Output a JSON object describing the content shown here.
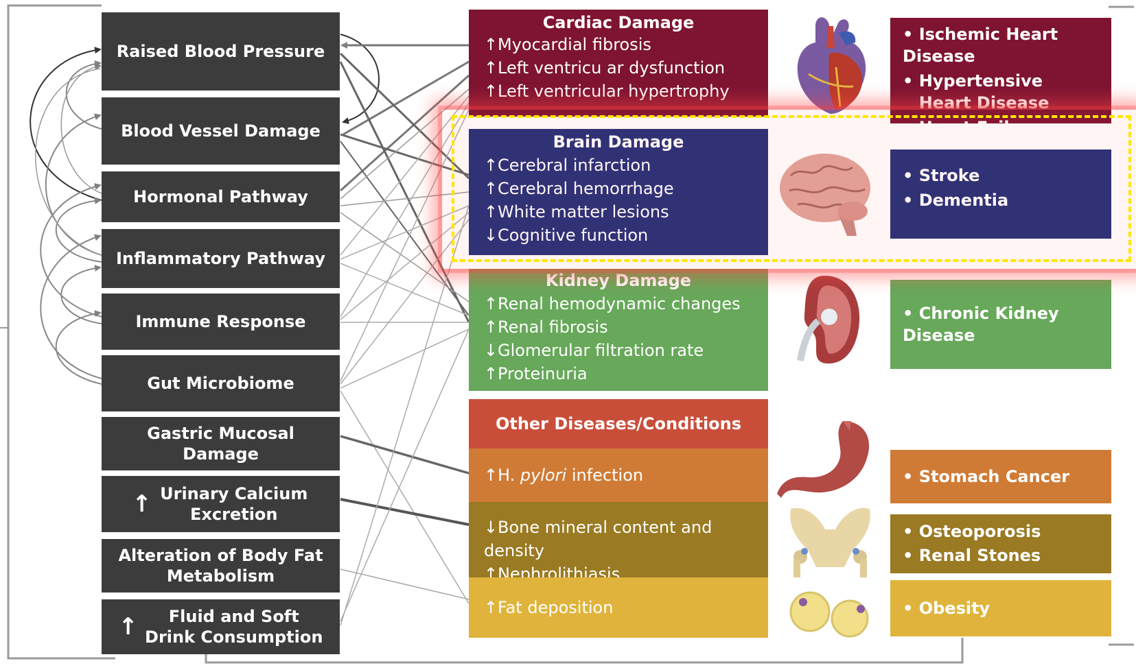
{
  "mechanisms": [
    {
      "label": "Raised Blood Pressure",
      "arrow": ""
    },
    {
      "label": "Blood Vessel Damage",
      "arrow": ""
    },
    {
      "label": "Hormonal Pathway",
      "arrow": ""
    },
    {
      "label": "Inflammatory Pathway",
      "arrow": ""
    },
    {
      "label": "Immune Response",
      "arrow": ""
    },
    {
      "label": "Gut Microbiome",
      "arrow": ""
    },
    {
      "label": "Gastric Mucosal Damage",
      "arrow": ""
    },
    {
      "label": "Urinary Calcium Excretion",
      "arrow": "↑"
    },
    {
      "label": "Alteration of Body Fat Metabolism",
      "arrow": ""
    },
    {
      "label": "Fluid and Soft Drink Consumption",
      "arrow": "↑"
    }
  ],
  "panels": {
    "cardiac": {
      "title": "Cardiac Damage",
      "color": "#7e1431",
      "items": [
        {
          "arrow": "↑",
          "text": "Myocardial fibrosis"
        },
        {
          "arrow": "↑",
          "text": "Left ventricu ar dysfunction"
        },
        {
          "arrow": "↑",
          "text": "Left ventricular hypertrophy"
        }
      ]
    },
    "brain": {
      "title": "Brain Damage",
      "color": "#253079",
      "items": [
        {
          "arrow": "↑",
          "text": "Cerebral infarction"
        },
        {
          "arrow": "↑",
          "text": "Cerebral hemorrhage"
        },
        {
          "arrow": "↑",
          "text": "White matter lesions"
        },
        {
          "arrow": "↓",
          "text": "Cognitive function"
        }
      ]
    },
    "kidney": {
      "title": "Kidney Damage",
      "color": "#67a85a",
      "items": [
        {
          "arrow": "↑",
          "text": "Renal hemodynamic changes"
        },
        {
          "arrow": "↑",
          "text": "Renal fibrosis"
        },
        {
          "arrow": "↓",
          "text": "Glomerular filtration rate"
        },
        {
          "arrow": "↑",
          "text": "Proteinuria"
        }
      ]
    },
    "other": {
      "title": "Other Diseases/Conditions",
      "color": "#c94e3a"
    },
    "hpylori": {
      "color": "#d07b35",
      "arrow": "↑",
      "prefix": "H. ",
      "italic": "pylori",
      "suffix": " infection"
    },
    "bone": {
      "color": "#9a7a22",
      "items": [
        {
          "arrow": "↓",
          "text": "Bone mineral content and density"
        },
        {
          "arrow": "↑",
          "text": "Nephrolithiasis"
        }
      ]
    },
    "fat": {
      "color": "#e0b43c",
      "arrow": "↑",
      "text": "Fat deposition"
    }
  },
  "diseases": {
    "cardiac": {
      "color": "#7e1431",
      "items": [
        "Ischemic Heart Disease",
        "Hypertensive Heart Disease",
        "Heart Failure"
      ]
    },
    "brain": {
      "color": "#253079",
      "items": [
        "Stroke",
        "Dementia"
      ]
    },
    "kidney": {
      "color": "#67a85a",
      "items": [
        "Chronic Kidney Disease"
      ]
    },
    "stomach": {
      "color": "#d07b35",
      "items": [
        "Stomach Cancer"
      ]
    },
    "bone": {
      "color": "#9a7a22",
      "items": [
        "Osteoporosis",
        "Renal Stones"
      ]
    },
    "fat": {
      "color": "#e0b43c",
      "items": [
        "Obesity"
      ]
    }
  },
  "bullet": "•",
  "colors": {
    "mechanism_box": "#3c3c3c",
    "connector": "#7a7a7a",
    "highlight_border": "#ffe600",
    "highlight_glow": "#ff4a4a"
  },
  "icons": [
    "heart-icon",
    "brain-icon",
    "kidney-icon",
    "stomach-icon",
    "pelvis-bone-icon",
    "fat-cells-icon"
  ]
}
